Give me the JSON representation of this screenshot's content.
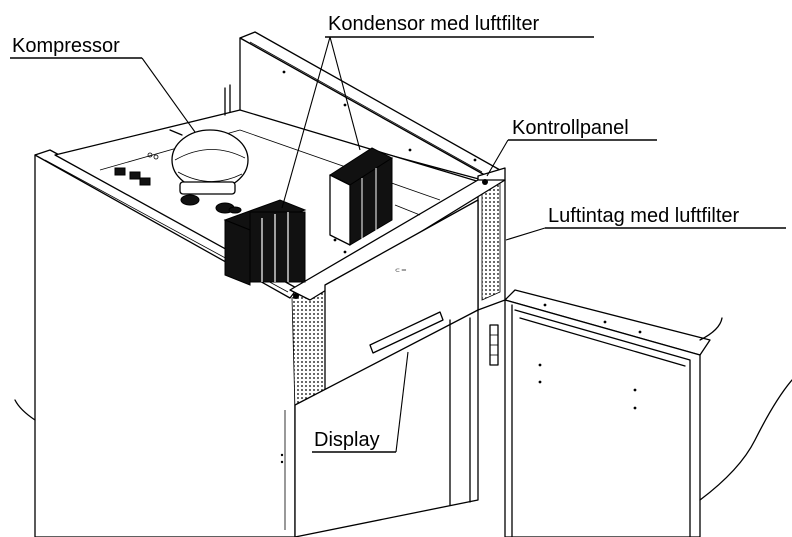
{
  "labels": {
    "kompressor": "Kompressor",
    "kondensor": "Kondensor med luftfilter",
    "kontrollpanel": "Kontrollpanel",
    "luftintag": "Luftintag med luftfilter",
    "display": "Display"
  },
  "colors": {
    "line": "#000000",
    "background": "#ffffff",
    "dark_fill": "#111111"
  }
}
